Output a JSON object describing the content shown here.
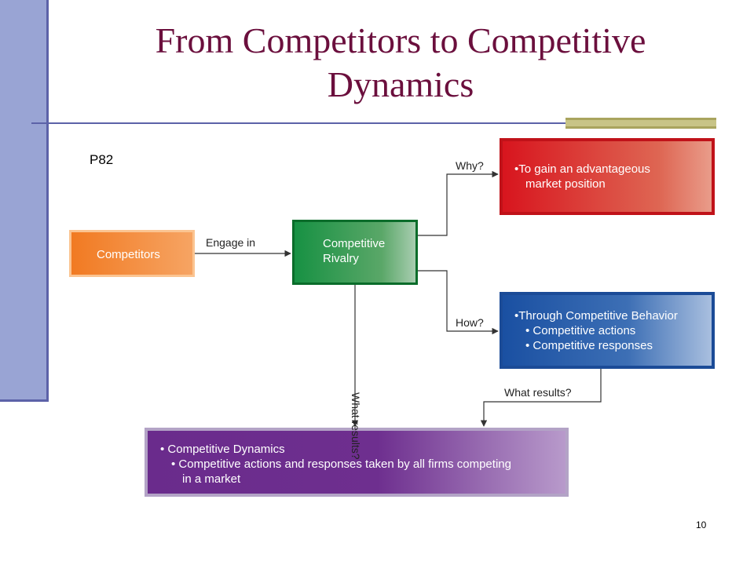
{
  "slide": {
    "title": "From Competitors to Competitive Dynamics",
    "page_ref": "P82",
    "slide_number": "10"
  },
  "diagram": {
    "nodes": {
      "competitors": "Competitors",
      "rivalry": [
        "Competitive",
        "Rivalry"
      ],
      "why_result": [
        "•To gain an advantageous",
        "market position"
      ],
      "how_result": [
        "•Through Competitive Behavior",
        "• Competitive actions",
        "• Competitive responses"
      ],
      "dynamics": [
        "• Competitive Dynamics",
        "• Competitive actions and responses taken by all firms competing",
        "in a market"
      ]
    },
    "edges": {
      "engage_in": "Engage in",
      "why": "Why?",
      "how": "How?",
      "what_results_vertical": "What results?",
      "what_results_bottom": "What results?"
    }
  },
  "colors": {
    "title": "#6b0f3d",
    "competitors": "#f17a22",
    "rivalry": "#179143",
    "why": "#d8151e",
    "how": "#1a50a2",
    "dynamics": "#6a2b8c",
    "accent_bar": "#99a4d4"
  }
}
